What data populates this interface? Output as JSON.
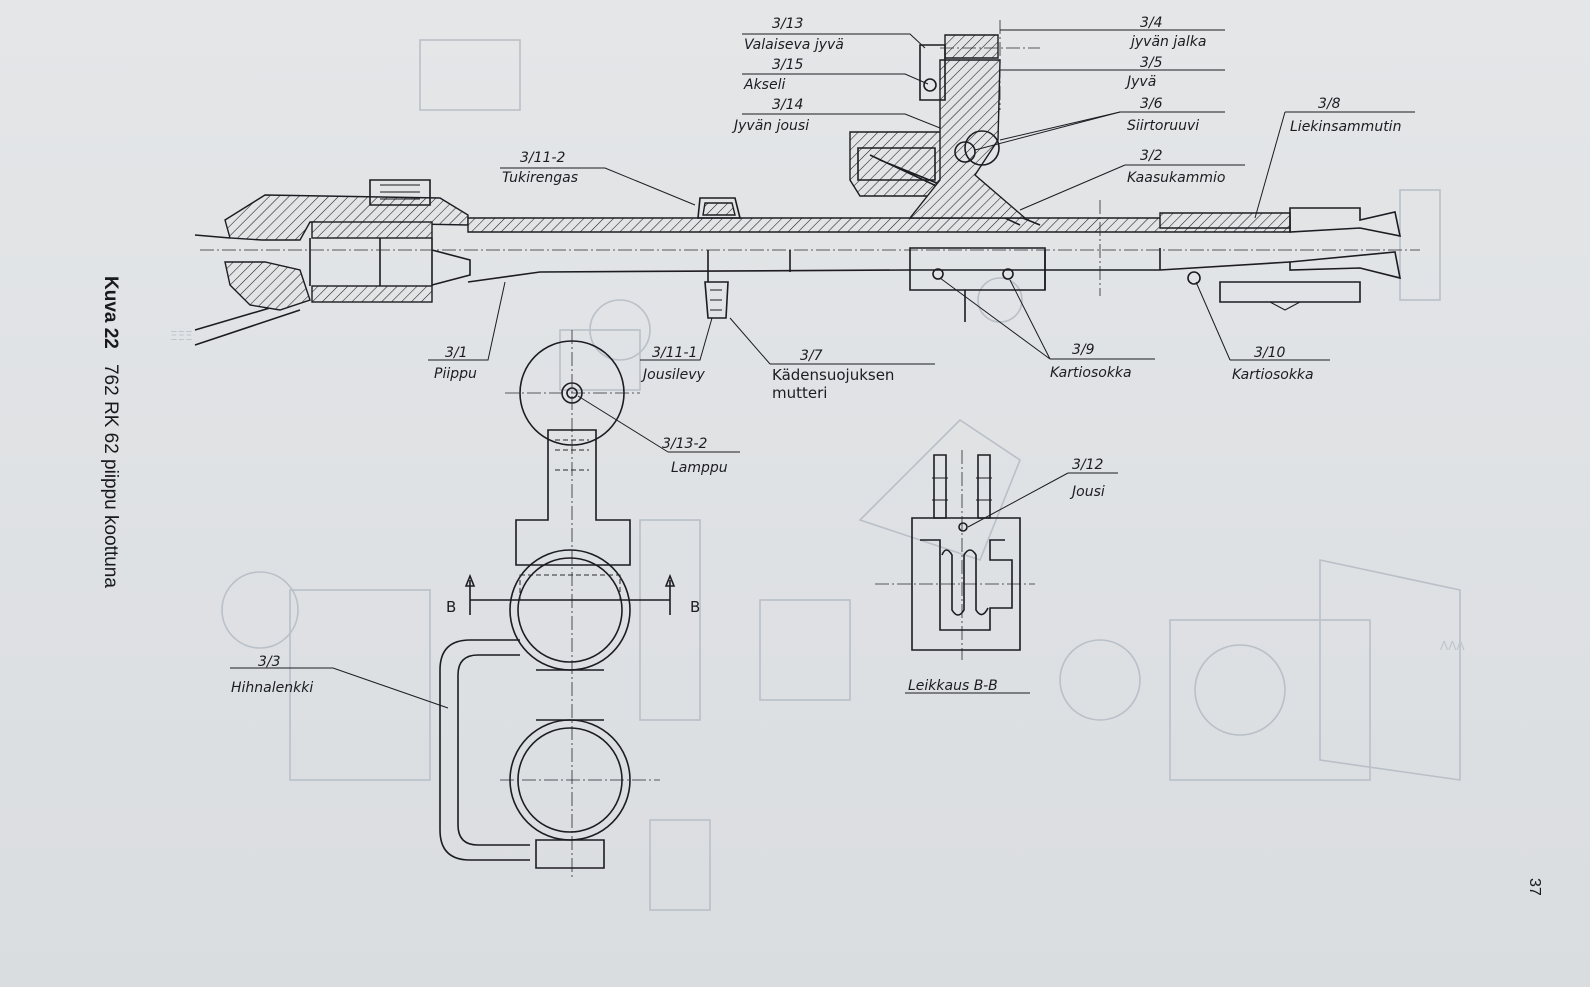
{
  "caption": {
    "figure": "Kuva 22",
    "text": "762 RK 62 piippu koottuna"
  },
  "page_number": "37",
  "labels": {
    "l3_13": {
      "num": "3/13",
      "name": "Valaiseva jyvä"
    },
    "l3_15": {
      "num": "3/15",
      "name": "Akseli"
    },
    "l3_14": {
      "num": "3/14",
      "name": "Jyvän jousi"
    },
    "l3_4": {
      "num": "3/4",
      "name": "jyvän jalka"
    },
    "l3_5": {
      "num": "3/5",
      "name": "Jyvä"
    },
    "l3_6": {
      "num": "3/6",
      "name": "Siirtoruuvi"
    },
    "l3_8": {
      "num": "3/8",
      "name": "Liekinsammutin"
    },
    "l3_2": {
      "num": "3/2",
      "name": "Kaasukammio"
    },
    "l3_11_2": {
      "num": "3/11-2",
      "name": "Tukirengas"
    },
    "l3_1": {
      "num": "3/1",
      "name": "Piippu"
    },
    "l3_11_1": {
      "num": "3/11-1",
      "name": "Jousilevy"
    },
    "l3_7": {
      "num": "3/7",
      "name": "Kädensuojuksen",
      "name2": "mutteri"
    },
    "l3_9": {
      "num": "3/9",
      "name": "Kartiosokka"
    },
    "l3_10": {
      "num": "3/10",
      "name": "Kartiosokka"
    },
    "l3_13_2": {
      "num": "3/13-2",
      "name": "Lamppu"
    },
    "l3_12": {
      "num": "3/12",
      "name": "Jousi"
    },
    "l3_3": {
      "num": "3/3",
      "name": "Hihnalenkki"
    }
  },
  "section": {
    "marker": "B",
    "title": "Leikkaus B-B"
  }
}
